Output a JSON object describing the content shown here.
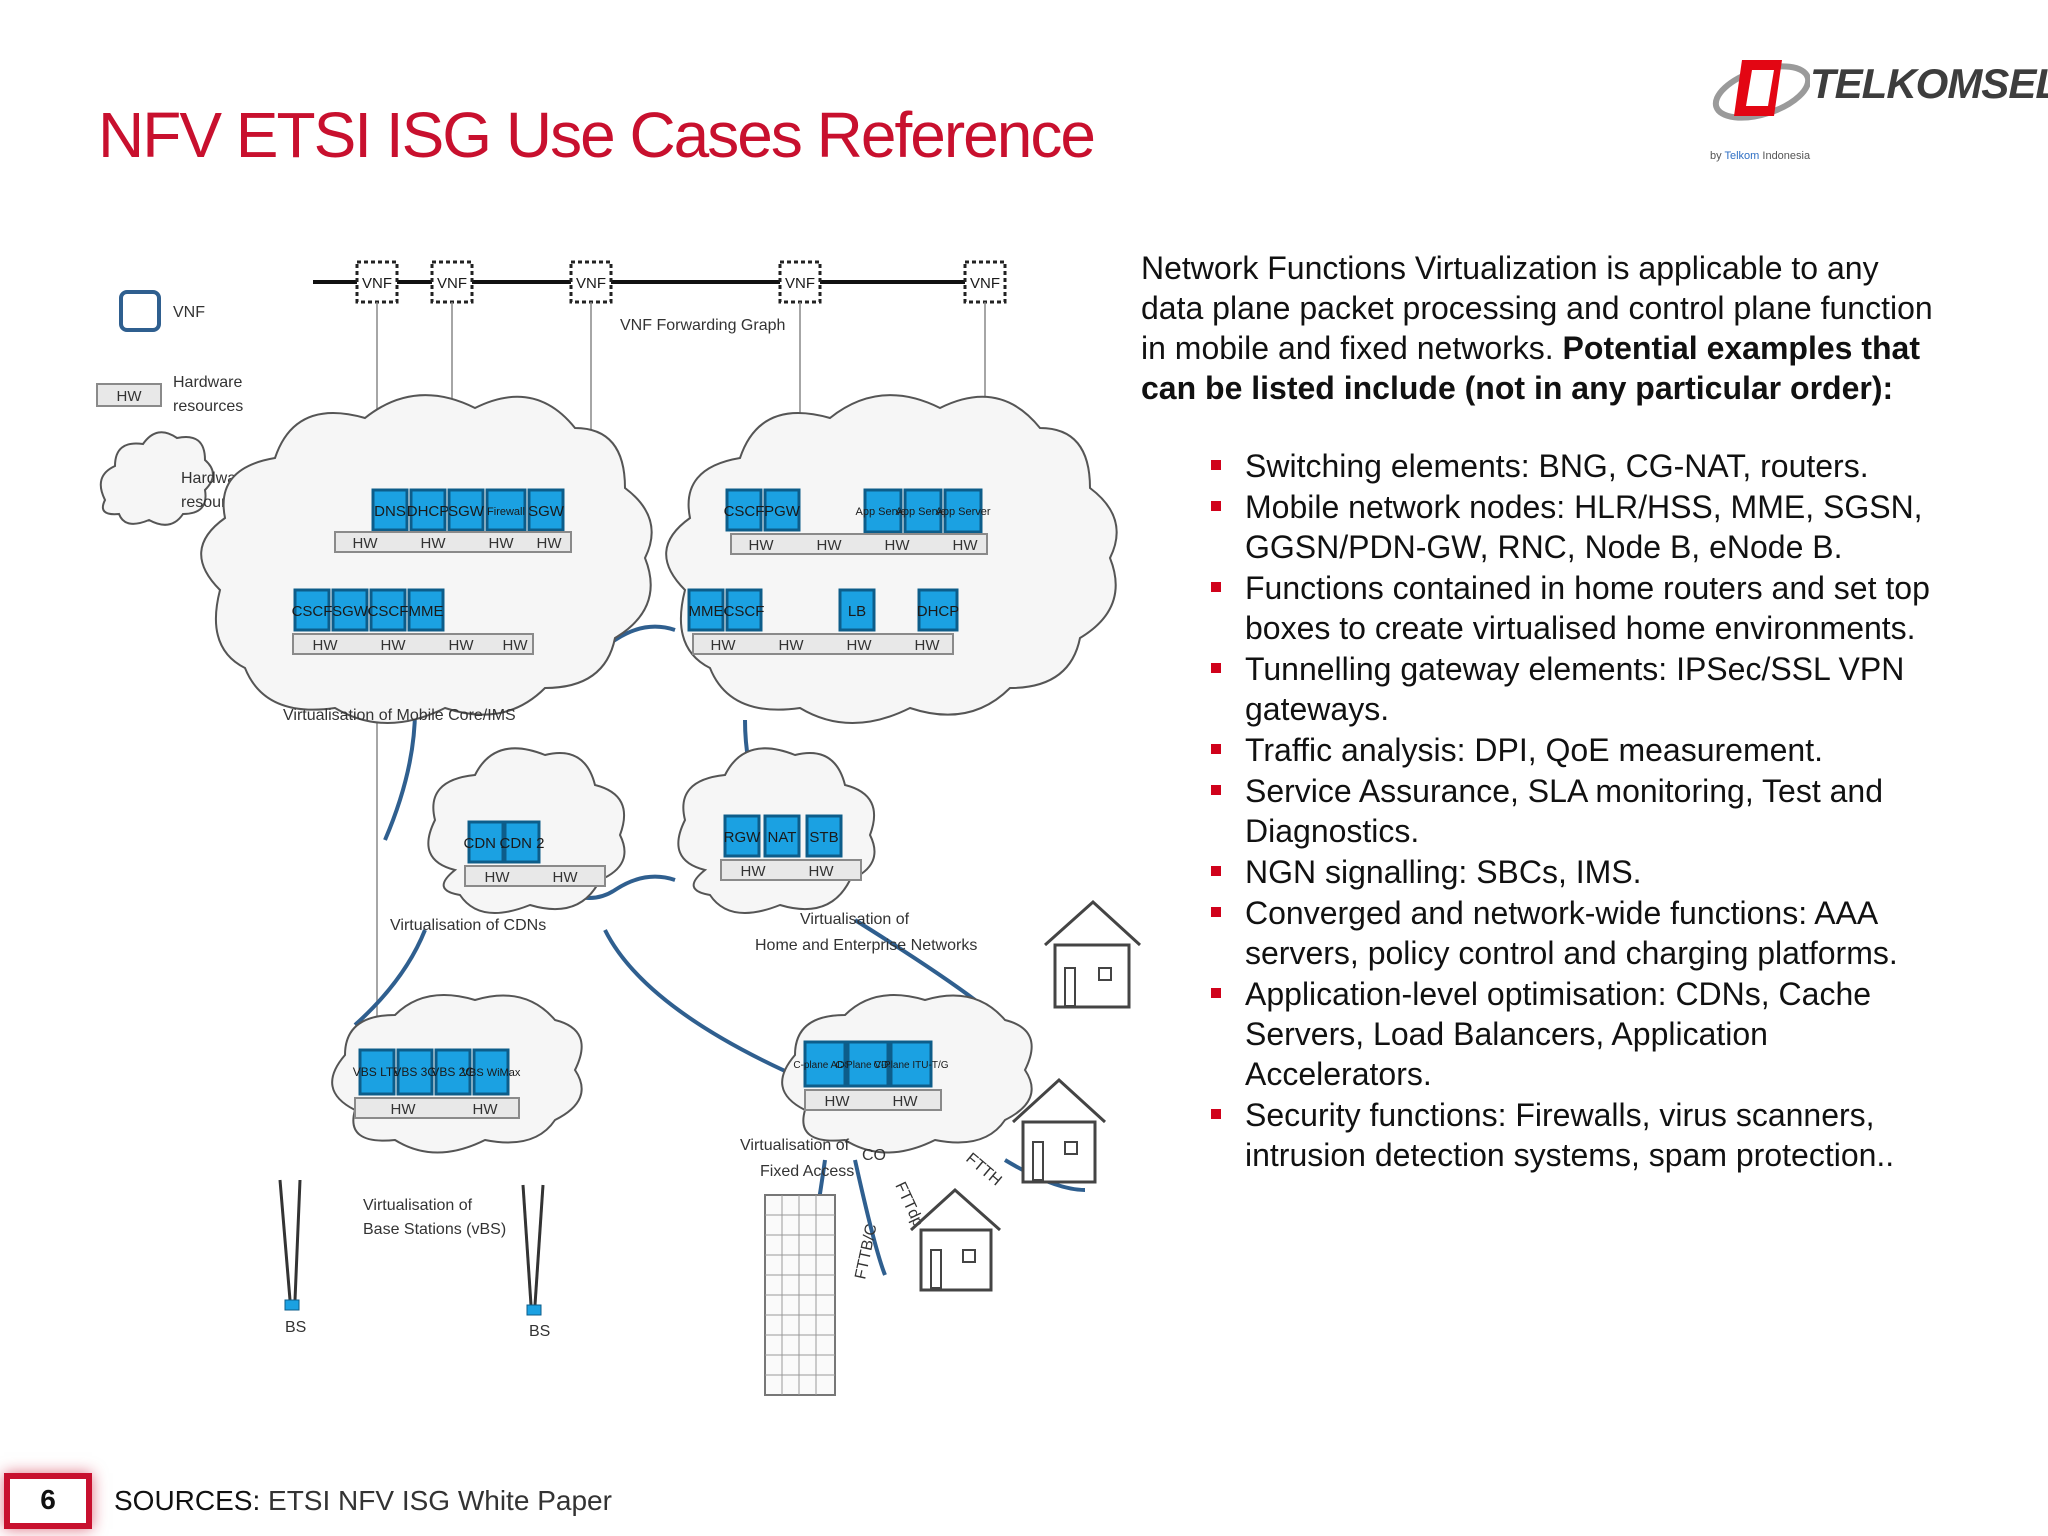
{
  "slide": {
    "title": "NFV ETSI ISG Use Cases Reference",
    "page_number": "6",
    "sources_label": "SOURCES:",
    "sources_value": "ETSI NFV ISG White Paper"
  },
  "logo": {
    "name": "TELKOMSEL",
    "sub_prefix": "by",
    "sub_brand": "Telkom",
    "sub_suffix": "Indonesia"
  },
  "colors": {
    "title": "#c8102e",
    "bullet": "#d0021b",
    "vnf_box": "#1ba1e2",
    "link_line": "#2f5f8f"
  },
  "diagram": {
    "legend": {
      "vnf": "VNF",
      "hw_box": "HW",
      "hw_label_1": "Hardware",
      "hw_label_2": "resources",
      "pool_label_1": "Hardware",
      "pool_label_2": "resource pool"
    },
    "top_vnfs": [
      "VNF",
      "VNF",
      "VNF",
      "VNF",
      "VNF"
    ],
    "forwarding_graph": "VNF Forwarding Graph",
    "hw": "HW",
    "mobile_core": {
      "row1": [
        "DNS",
        "DHCP",
        "SGW",
        "Firewall",
        "SGW"
      ],
      "row2": [
        "CSCF",
        "SGW",
        "CSCF",
        "MME"
      ],
      "label": "Virtualisation of Mobile Core/IMS"
    },
    "core2": {
      "row1": [
        "CSCF",
        "PGW",
        "App Server",
        "App Server",
        "App Server"
      ],
      "row2": [
        "MME",
        "CSCF",
        "LB",
        "DHCP"
      ]
    },
    "cdn": {
      "items": [
        "CDN 1",
        "CDN 2"
      ],
      "label": "Virtualisation of CDNs"
    },
    "home": {
      "items": [
        "RGW",
        "NAT",
        "STB"
      ],
      "label_1": "Virtualisation of",
      "label_2": "Home and Enterprise Networks"
    },
    "base": {
      "items": [
        "VBS LTE",
        "VBS 3G",
        "VBS 2G",
        "VBS WiMax"
      ],
      "label_1": "Virtualisation of",
      "label_2": "Base Stations (vBS)",
      "bs": "BS"
    },
    "fixed": {
      "items": [
        "C-plane ADSL",
        "C-Plane VDSL",
        "C-Plane ITU-T/G"
      ],
      "label_1": "Virtualisation of",
      "label_2": "Fixed Access",
      "co": "CO",
      "ftth": "FTTH",
      "fttdp": "FTTdp",
      "fttb": "FTTB/C"
    }
  },
  "text": {
    "intro": "Network Functions Virtualization is applicable to any data plane packet processing and control plane function in mobile and fixed networks.",
    "intro_bold": "Potential examples that can be listed include  (not in any particular order):",
    "bullets": [
      "Switching elements: BNG, CG-NAT, routers.",
      "Mobile network nodes: HLR/HSS, MME, SGSN, GGSN/PDN-GW, RNC, Node B, eNode B.",
      "Functions contained in home routers and set top boxes to create virtualised home environments.",
      "Tunnelling gateway elements: IPSec/SSL VPN gateways.",
      "Traffic analysis: DPI, QoE measurement.",
      "Service Assurance, SLA monitoring, Test and Diagnostics.",
      "NGN signalling: SBCs, IMS.",
      "Converged and network-wide functions: AAA servers, policy control and charging platforms.",
      "Application-level optimisation: CDNs, Cache Servers, Load Balancers, Application Accelerators.",
      "Security functions: Firewalls, virus scanners, intrusion detection systems, spam protection.."
    ]
  }
}
